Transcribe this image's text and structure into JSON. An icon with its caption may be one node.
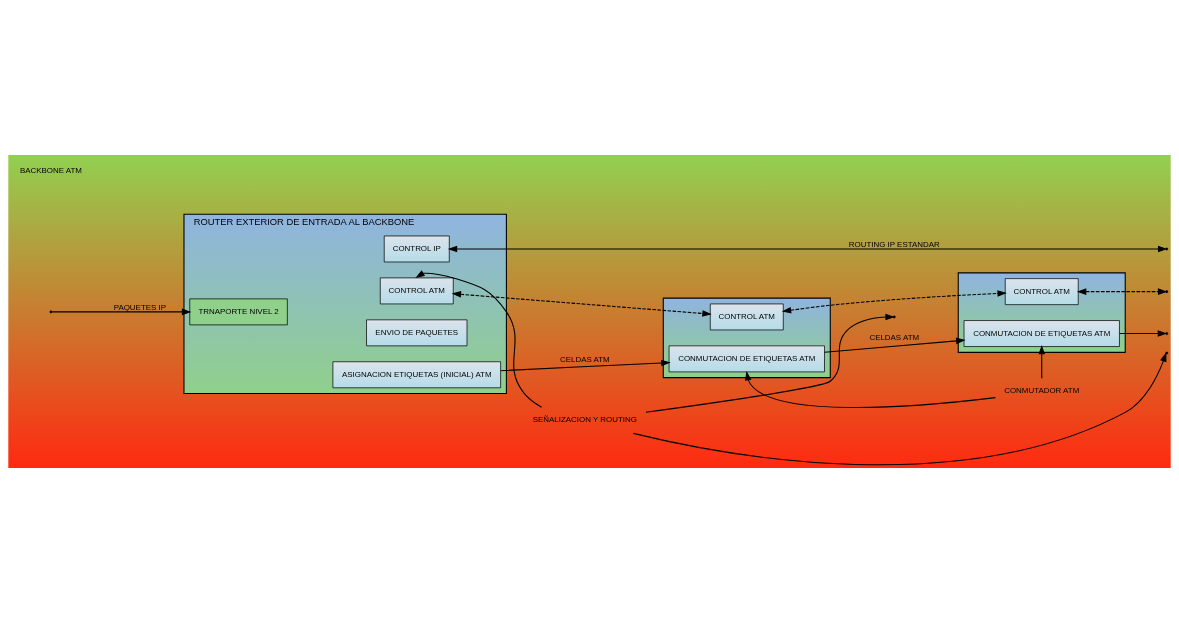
{
  "diagram": {
    "nodes": [
      {
        "text": [
          "ROUTER EXTERIOR DE ENTRADA AL BACKBONE"
        ]
      },
      {
        "text": [
          "CONTROL IP"
        ],
        "in": 0
      },
      {
        "text": [
          "ENVIO DE PAQUETES"
        ],
        "in": 0
      },
      {
        "text": [
          "TRNAPORTE NIVEL 2"
        ],
        "in": 0
      },
      {
        "text": [
          "CONTROL ATM"
        ],
        "in": 0
      },
      {
        "text": [
          "ASIGNACION ETIQUETAS (INICIAL) ATM"
        ],
        "in": 0
      },
      {
        "text": [],
        "shape": "box"
      },
      {
        "text": [
          "CONTROL ATM"
        ],
        "in": 6
      },
      {
        "text": [
          "CONMUTACION DE ETIQUETAS ATM"
        ],
        "in": 6
      },
      {
        "text": [],
        "shape": "box"
      },
      {
        "text": [
          "CONTROL ATM"
        ],
        "in": 9
      },
      {
        "text": [
          "CONMUTACION DE ETIQUETAS ATM"
        ],
        "in": 9
      },
      {
        "text": [
          "SEÑALIZACION Y ROUTING"
        ]
      },
      {
        "text": [
          "CONMUTADOR ATM"
        ]
      }
    ],
    "edges": [
      {
        "from": 1,
        "to": null,
        "arrow": "both",
        "label": "ROUTING IP ESTANDAR"
      },
      {
        "from": 12,
        "to": 4,
        "arrow": "to"
      },
      {
        "from": 12,
        "to": null,
        "arrow": "to"
      },
      {
        "from": 12,
        "to": null,
        "arrow": "to"
      },
      {
        "from": null,
        "to": 3,
        "arrow": "to",
        "label": "PAQUETES IP"
      },
      {
        "from": 4,
        "to": 7,
        "arrow": "both",
        "style": "dashed"
      },
      {
        "from": 7,
        "to": 10,
        "arrow": "both",
        "style": "dashed"
      },
      {
        "from": 10,
        "to": null,
        "arrow": "both",
        "style": "dashed"
      },
      {
        "from": 5,
        "to": 8,
        "arrow": "to",
        "label": "CELDAS ATM"
      },
      {
        "from": 8,
        "to": 11,
        "arrow": "to",
        "label": "CELDAS ATM"
      },
      {
        "from": 11,
        "to": null,
        "arrow": "to"
      },
      {
        "from": 13,
        "to": 8,
        "arrow": "to"
      },
      {
        "from": 13,
        "to": 11,
        "arrow": "to"
      }
    ],
    "labels": [
      "BACKBONE ATM"
    ]
  }
}
